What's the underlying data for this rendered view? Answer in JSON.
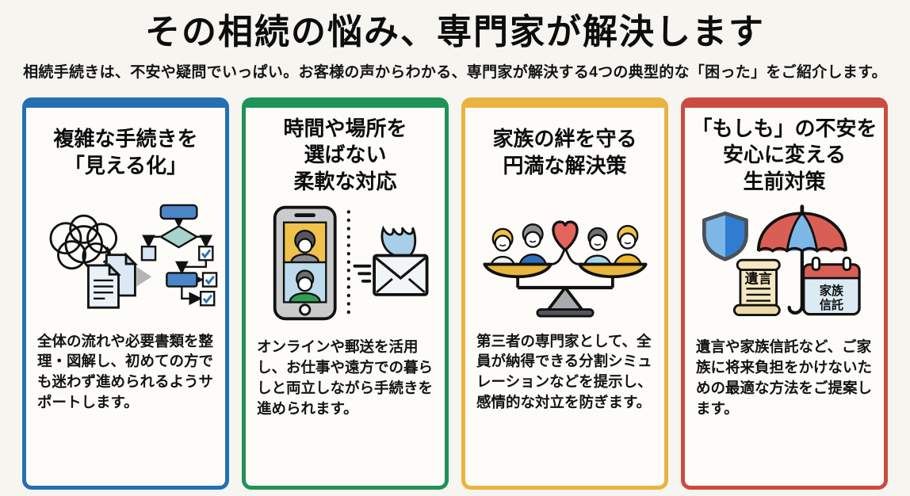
{
  "page": {
    "background_color": "#f7f5f0",
    "title": "その相続の悩み、専門家が解決します",
    "subtitle": "相続手続きは、不安や疑問でいっぱい。お客様の声からわかる、専門家が解決する4つの典型的な「困った」をご紹介します。"
  },
  "cards": [
    {
      "id": "visualize-procedures",
      "accent_color": "#2470b3",
      "heading": "複雑な手続きを\n「見える化」",
      "icon": "tangle-to-flowchart-illustration",
      "icon_colors": {
        "scribble": "#111111",
        "document": "#dce9f5",
        "arrow": "#b3b6b9",
        "flow_box": "#4a86c8",
        "diamond": "#a7d3cd",
        "check": "#2470b3"
      },
      "body": "全体の流れや必要書類を整理・図解し、初めての方でも迷わず進められるようサポートします。"
    },
    {
      "id": "flexible-response",
      "accent_color": "#1f9257",
      "heading": "時間や場所を\n選ばない\n柔軟な対応",
      "icon": "video-call-and-mail-illustration",
      "icon_colors": {
        "phone": "#c9cbcd",
        "screen_top": "#f0c14b",
        "screen_bottom": "#bcdcee",
        "shirt_green": "#2f9e52",
        "wing": "#a9cfe8",
        "envelope": "#f2f5f6"
      },
      "body": "オンラインや郵送を活用し、お仕事や遠方での暮らしと両立しながら手続きを進められます。"
    },
    {
      "id": "family-harmony",
      "accent_color": "#eab33f",
      "heading": "家族の絆を守る\n円満な解決策",
      "icon": "family-balance-scale-illustration",
      "icon_colors": {
        "pan": "#e9b53d",
        "heart": "#e4645c",
        "suit_blue": "#2d6fb8",
        "shirt_lightblue": "#aad6ec",
        "shirt_yellow": "#f0b42c",
        "fulcrum": "#a8abae"
      },
      "body": "第三者の専門家として、全員が納得できる分割シミュレーションなどを提示し、感情的な対立を防ぎます。"
    },
    {
      "id": "advance-planning",
      "accent_color": "#cc4b41",
      "heading": "「もしも」の不安を\n安心に変える\n生前対策",
      "icon": "shield-umbrella-will-trust-illustration",
      "icon_colors": {
        "shield_light": "#7db7e8",
        "shield_dark": "#2f7cd0",
        "umbrella_red": "#d95f55",
        "umbrella_blue": "#7db7e8",
        "scroll": "#f5e7c0",
        "calendar_body": "#dcebf3",
        "calendar_header": "#d95f55"
      },
      "icon_labels": {
        "will": "遺言",
        "trust_line1": "家族",
        "trust_line2": "信託"
      },
      "body": "遺言や家族信託など、ご家族に将来負担をかけないための最適な方法をご提案します。"
    }
  ]
}
